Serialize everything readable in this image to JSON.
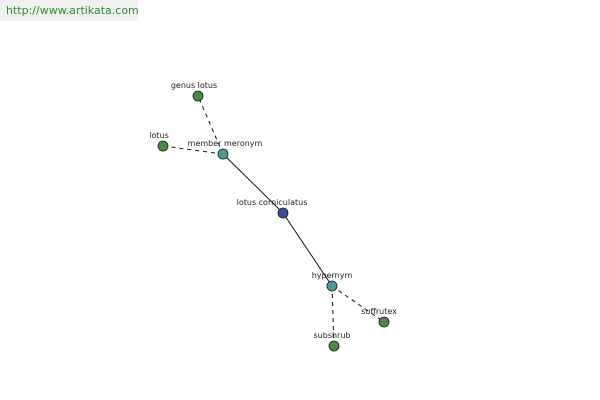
{
  "banner": {
    "url_text": "http://www.artikata.com"
  },
  "colors": {
    "center_node": "#3a4f9a",
    "relation_node": "#4a9a9a",
    "leaf_node": "#4a8a45",
    "edge": "#111111",
    "node_stroke": "#1a1a1a",
    "banner_text": "#2e8b2e"
  },
  "graph": {
    "nodes": [
      {
        "id": "center",
        "label": "lotus corniculatus",
        "kind": "center"
      },
      {
        "id": "member-meronym",
        "label": "member meronym",
        "kind": "relation"
      },
      {
        "id": "hypernym",
        "label": "hypernym",
        "kind": "relation"
      },
      {
        "id": "genus-lotus",
        "label": "genus lotus",
        "kind": "leaf"
      },
      {
        "id": "lotus",
        "label": "lotus",
        "kind": "leaf"
      },
      {
        "id": "subshrub",
        "label": "subshrub",
        "kind": "leaf"
      },
      {
        "id": "suffrutex",
        "label": "suffrutex",
        "kind": "leaf"
      }
    ],
    "edges": [
      {
        "from": "center",
        "to": "member-meronym",
        "style": "solid"
      },
      {
        "from": "center",
        "to": "hypernym",
        "style": "solid"
      },
      {
        "from": "member-meronym",
        "to": "genus-lotus",
        "style": "dashed"
      },
      {
        "from": "member-meronym",
        "to": "lotus",
        "style": "dashed"
      },
      {
        "from": "hypernym",
        "to": "subshrub",
        "style": "dashed"
      },
      {
        "from": "hypernym",
        "to": "suffrutex",
        "style": "dashed"
      }
    ]
  }
}
